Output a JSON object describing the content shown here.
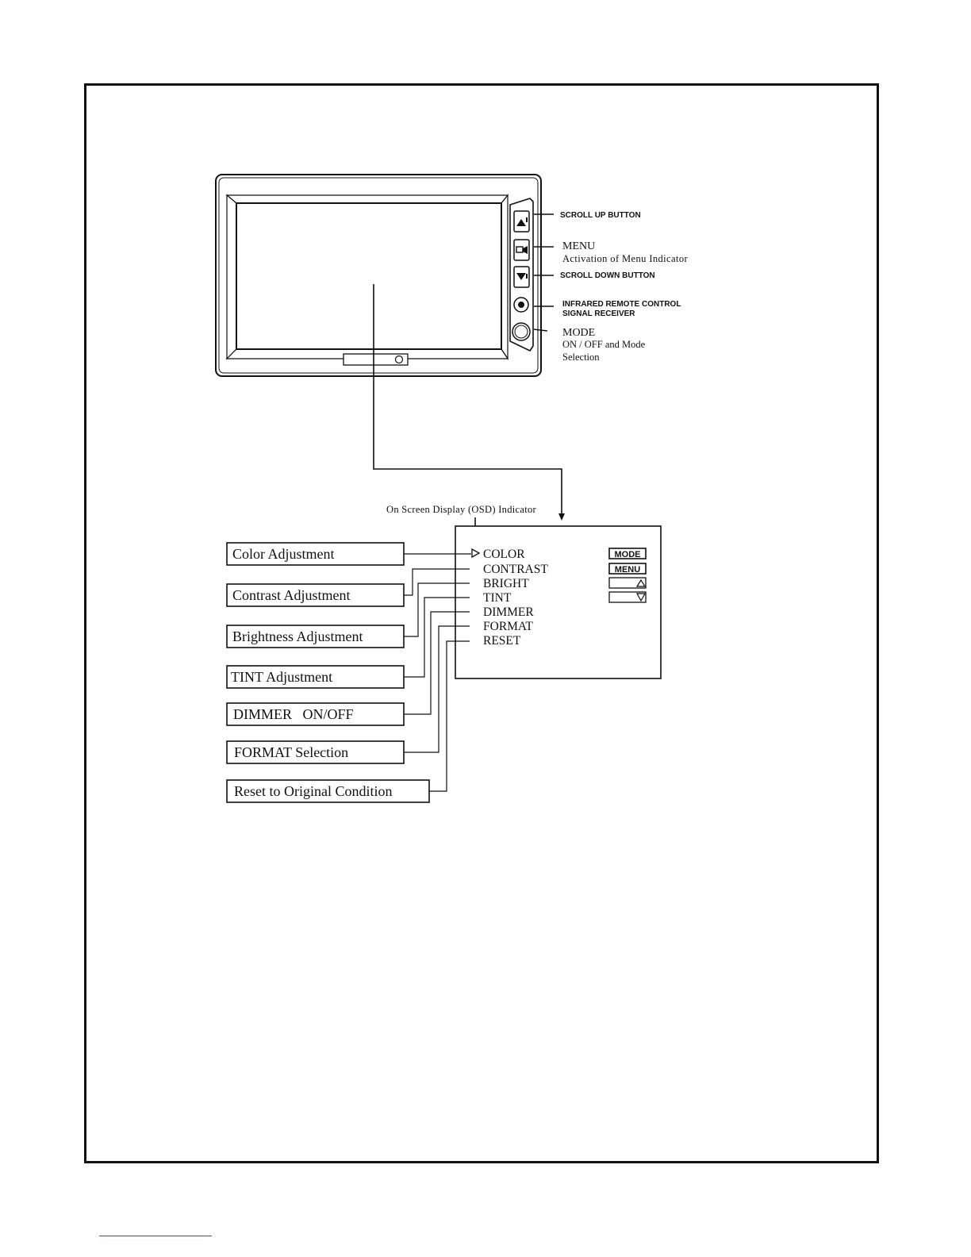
{
  "device": {
    "callouts": {
      "scroll_up": "SCROLL UP BUTTON",
      "menu_title": "MENU",
      "menu_desc": "Activation of Menu Indicator",
      "scroll_down": "SCROLL DOWN BUTTON",
      "ir_line1": "INFRARED REMOTE CONTROL",
      "ir_line2": "SIGNAL RECEIVER",
      "mode_title": "MODE",
      "mode_desc1": "ON / OFF and Mode",
      "mode_desc2": "Selection"
    }
  },
  "osd": {
    "indicator_label": "On Screen Display (OSD) Indicator",
    "menu_items": [
      "COLOR",
      "CONTRAST",
      "BRIGHT",
      "TINT",
      "DIMMER",
      "FORMAT",
      "RESET"
    ],
    "side_keys": {
      "mode": "MODE",
      "menu": "MENU"
    }
  },
  "functions": [
    "Color Adjustment",
    "Contrast Adjustment",
    "Brightness Adjustment",
    "TINT Adjustment",
    "DIMMER   ON/OFF",
    "FORMAT Selection",
    "Reset to Original Condition"
  ]
}
